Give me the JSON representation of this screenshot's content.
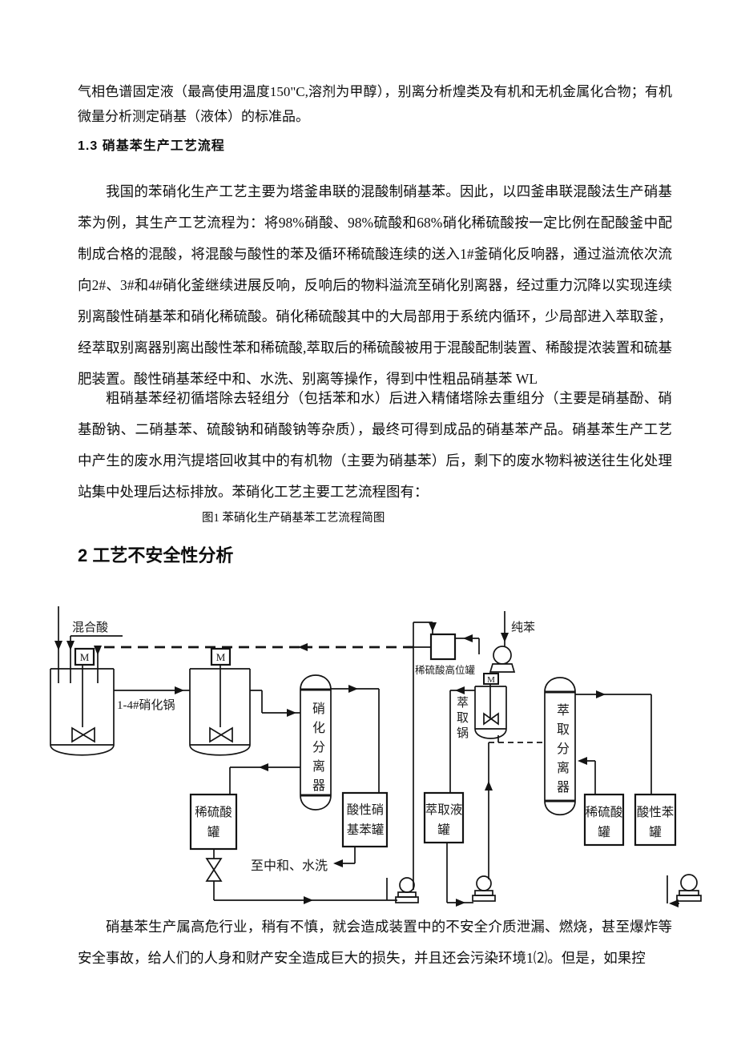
{
  "page": {
    "paragraph1": "气相色谱固定液（最高使用温度150\"C,溶剂为甲醇），别离分析煌类及有机和无机金属化合物；有机微量分析测定硝基（液体）的标准品。",
    "heading13": "1.3 硝基苯生产工艺流程",
    "paragraph2": "我国的苯硝化生产工艺主要为塔釜串联的混酸制硝基苯。因此，以四釜串联混酸法生产硝基苯为例，其生产工艺流程为：将98%硝酸、98%硫酸和68%硝化稀硫酸按一定比例在配酸釜中配制成合格的混酸，将混酸与酸性的苯及循环稀硫酸连续的送入1#釜硝化反响器，通过溢流依次流向2#、3#和4#硝化釜继续进展反响，反响后的物料溢流至硝化别离器，经过重力沉降以实现连续别离酸性硝基苯和硝化稀硫酸。硝化稀硫酸其中的大局部用于系统内循环，少局部进入萃取釜，经萃取别离器别离出酸性苯和稀硫酸,萃取后的稀硫酸被用于混酸配制装置、稀酸提浓装置和硫基肥装置。酸性硝基苯经中和、水洗、别离等操作，得到中性粗品硝基苯 WL",
    "paragraph3": "粗硝基苯经初循塔除去轻组分（包括苯和水）后进入精储塔除去重组分（主要是硝基酚、硝基酚钠、二硝基苯、硫酸钠和硝酸钠等杂质），最终可得到成品的硝基苯产品。硝基苯生产工艺中产生的废水用汽提塔回收其中的有机物（主要为硝基苯）后，剩下的废水物料被送往生化处理站集中处理后达标排放。苯硝化工艺主要工艺流程图有：",
    "figure_caption": "图1 苯硝化生产硝基苯工艺流程简图",
    "heading2": "2 工艺不安全性分析",
    "paragraph4": "硝基苯生产属高危行业，稍有不慎，就会造成装置中的不安全介质泄漏、燃烧，甚至爆炸等安全事故，给人们的人身和财产安全造成巨大的损失，并且还会污染环境1⑵。但是，如果控"
  },
  "diagram": {
    "labels": {
      "mixed_acid": "混合酸",
      "nitrator": "1-4#硝化锅",
      "motor": "M",
      "nitration_separator": "硝化分离器",
      "acid_head_tank": "稀硫酸高位罐",
      "pure_benzene": "纯苯",
      "extraction_pot": "萃取锅",
      "dilute_acid_tank_left": "稀硫酸罐",
      "acid_nitrobenzene_tank": "酸性硝基苯罐",
      "to_neutralization": "至中和、水洗",
      "extract_tank": "萃取液罐",
      "extraction_separator": "萃取分离器",
      "dilute_acid_tank_right": "稀硫酸罐",
      "acid_benzene_tank": "酸性苯罐"
    },
    "colors": {
      "ink": "#141414"
    }
  }
}
